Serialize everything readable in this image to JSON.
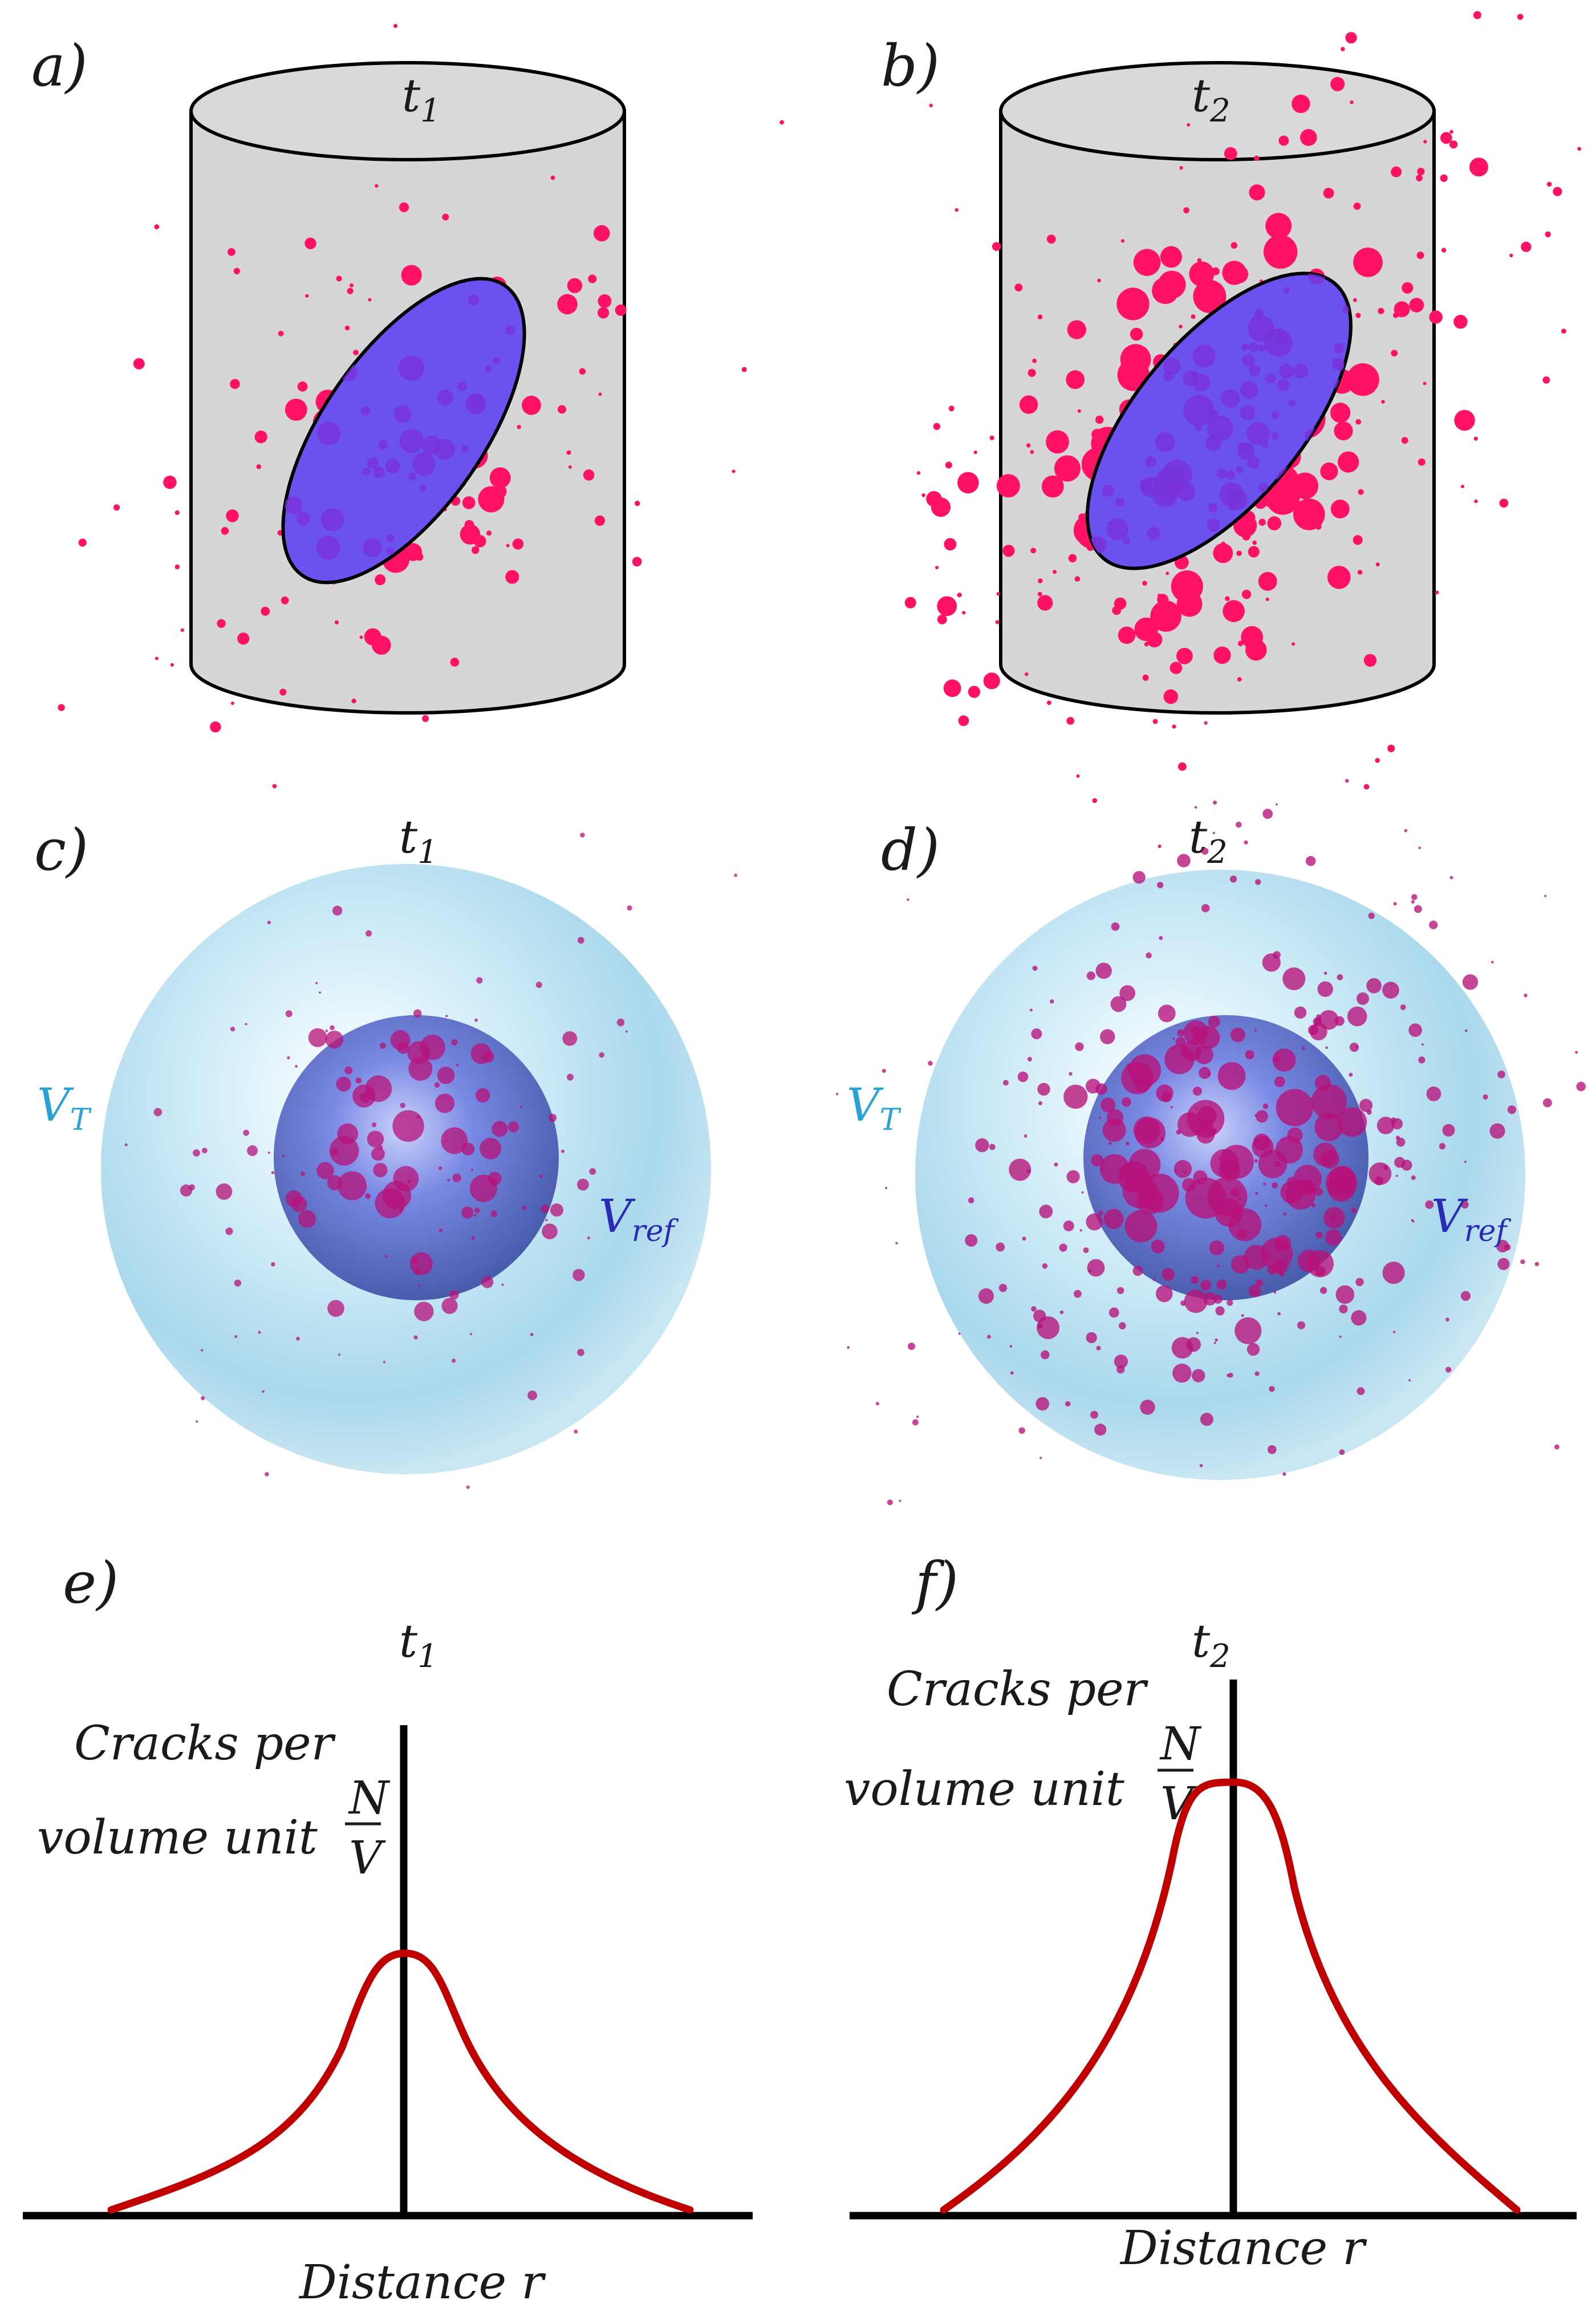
{
  "panels": {
    "a": {
      "label": "a)",
      "time": "t",
      "time_sub": "1"
    },
    "b": {
      "label": "b)",
      "time": "t",
      "time_sub": "2"
    },
    "c": {
      "label": "c)",
      "time": "t",
      "time_sub": "1",
      "outer_label": "V",
      "outer_sub": "T",
      "inner_label": "V",
      "inner_sub": "ref"
    },
    "d": {
      "label": "d)",
      "time": "t",
      "time_sub": "2",
      "outer_label": "V",
      "outer_sub": "T",
      "inner_label": "V",
      "inner_sub": "ref"
    },
    "e": {
      "label": "e)",
      "time": "t",
      "time_sub": "1"
    },
    "f": {
      "label": "f)",
      "time": "t",
      "time_sub": "2"
    }
  },
  "ylabel_line1": "Cracks per",
  "ylabel_line2": "volume unit",
  "frac_num": "N",
  "frac_den": "V",
  "xlabel": "Distance r",
  "colors": {
    "cylinder": "#d6d6d6",
    "ellipse": "#6b52f0",
    "crack": "#ff1166",
    "sphere_outer": "#bfe6f5",
    "sphere_inner": "#5f6fd8",
    "curve": "#c00000"
  }
}
